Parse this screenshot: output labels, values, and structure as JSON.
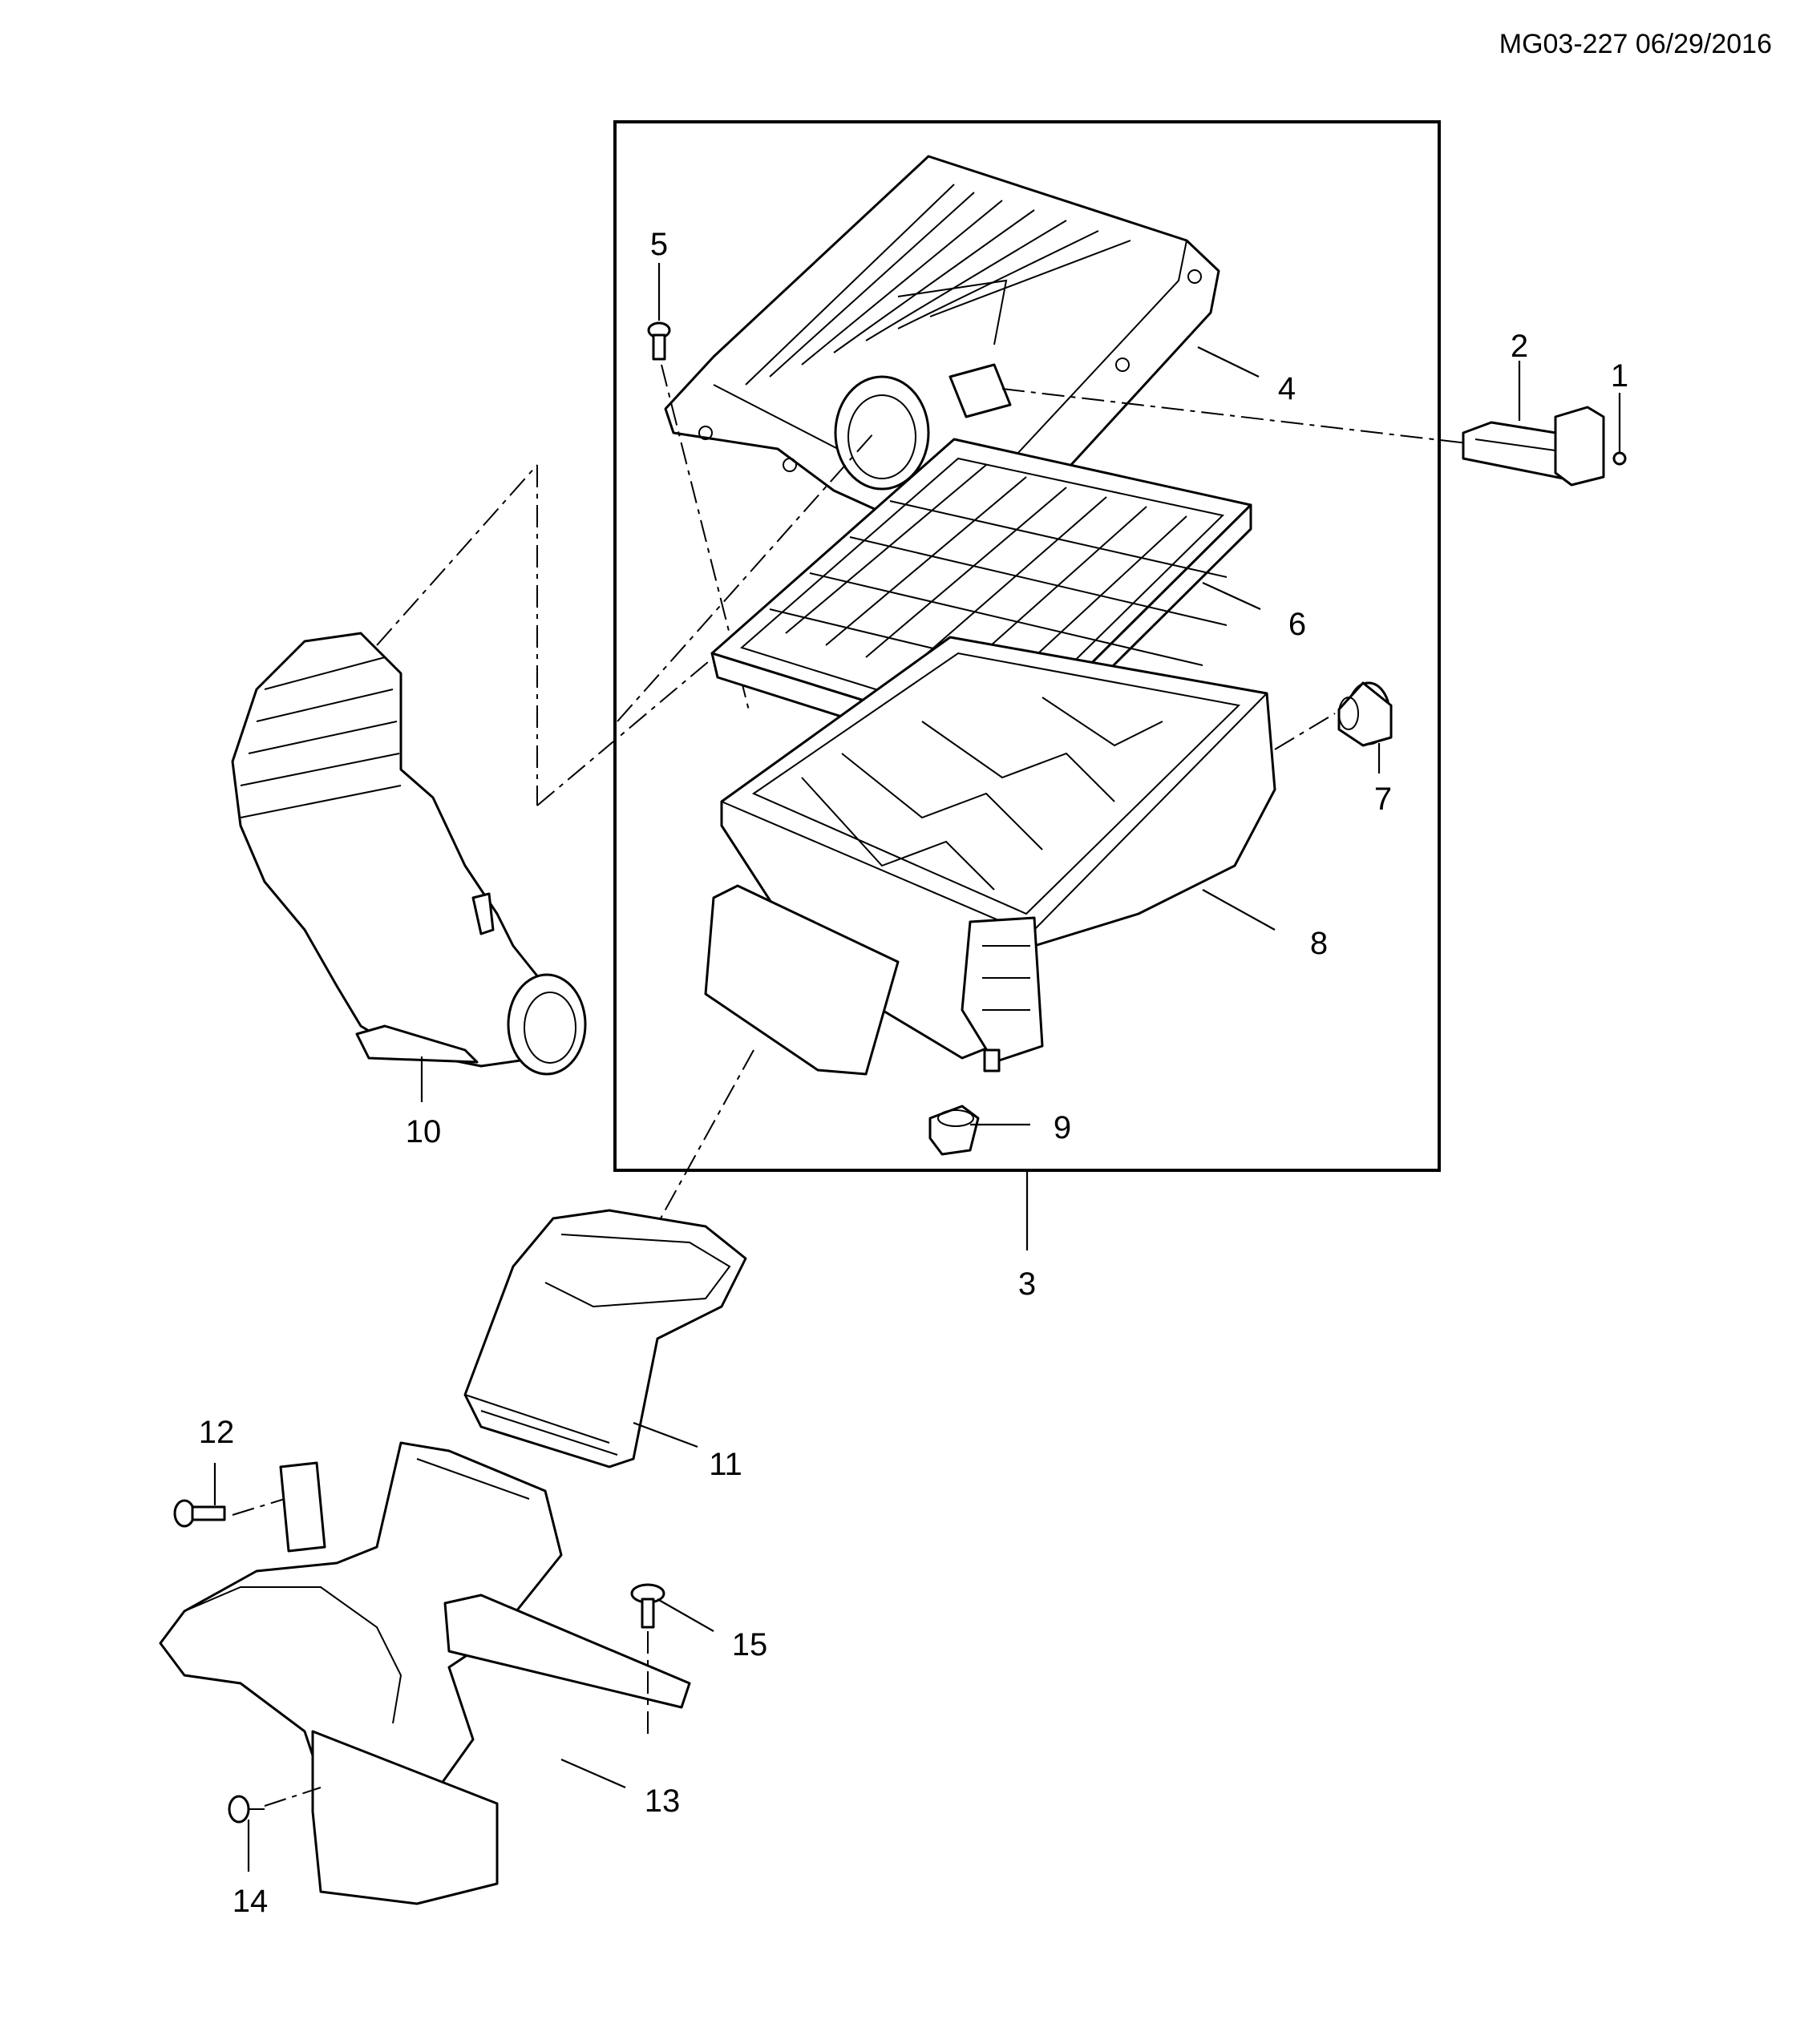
{
  "header": {
    "code": "MG03-227 06/29/2016"
  },
  "callouts": [
    "1",
    "2",
    "3",
    "4",
    "5",
    "6",
    "7",
    "8",
    "9",
    "10",
    "11",
    "12",
    "13",
    "14",
    "15"
  ],
  "colors": {
    "line": "#000000",
    "background": "#ffffff"
  }
}
